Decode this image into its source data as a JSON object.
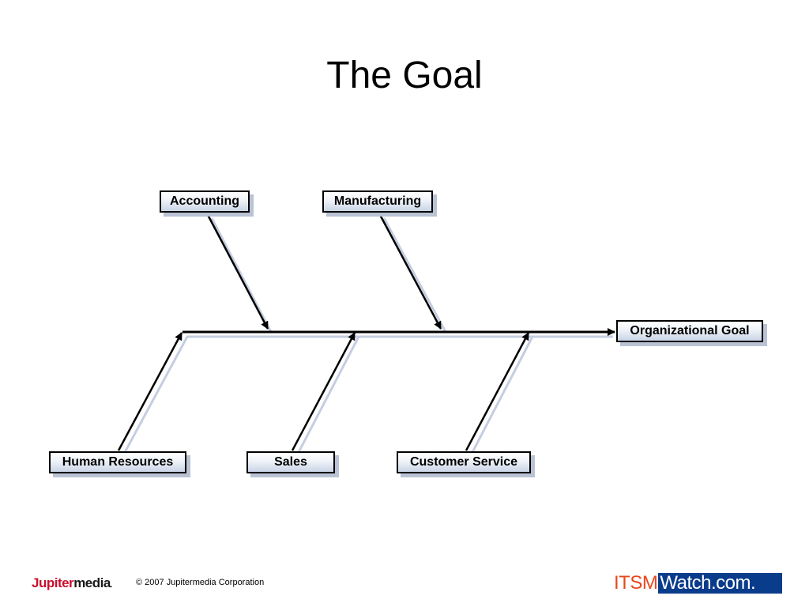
{
  "slide": {
    "title": "The Goal"
  },
  "diagram": {
    "nodes": {
      "accounting": "Accounting",
      "manufacturing": "Manufacturing",
      "organizational_goal": "Organizational Goal",
      "human_resources": "Human Resources",
      "sales": "Sales",
      "customer_service": "Customer Service"
    },
    "edges": [
      {
        "from": "accounting",
        "to": "spine"
      },
      {
        "from": "manufacturing",
        "to": "spine"
      },
      {
        "from": "human_resources",
        "to": "spine"
      },
      {
        "from": "sales",
        "to": "spine"
      },
      {
        "from": "customer_service",
        "to": "spine"
      },
      {
        "from": "spine",
        "to": "organizational_goal"
      }
    ]
  },
  "footer": {
    "logo_part1": "Jupiter",
    "logo_part2": "media",
    "logo_suffix": ".",
    "copyright": "© 2007 Jupitermedia Corporation",
    "badge_part1": "ITSM",
    "badge_part2": "Watch.com."
  },
  "colors": {
    "node_fill_top": "#ffffff",
    "node_fill_bottom": "#c9d4e6",
    "shadow": "#b9c3d4",
    "badge_orange": "#e8471e",
    "badge_blue": "#0a3c8c",
    "logo_red": "#c8102e"
  }
}
